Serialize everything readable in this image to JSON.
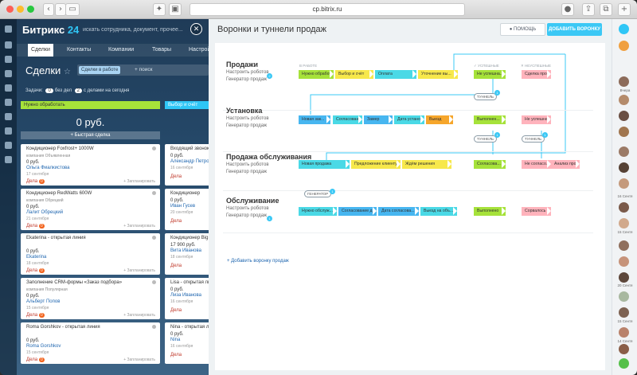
{
  "browser": {
    "url": "cp.bitrix.ru",
    "nav_back": "‹",
    "nav_forward": "›"
  },
  "app": {
    "logo_text": "Битрикс",
    "logo_num": "24",
    "search_placeholder": "искать сотрудника, документ, прочее...",
    "tabs": [
      "Сделки",
      "Контакты",
      "Компании",
      "Товары",
      "Настройки"
    ],
    "page_title": "Сделки",
    "filter_tag": "Сделки в работе",
    "filter_placeholder": "+ поиск",
    "tasks_label": "Задачи:",
    "tasks_count_1": "0",
    "tasks_text_1": "без дел",
    "tasks_count_2": "2",
    "tasks_text_2": "с делами на сегодня",
    "columns": [
      {
        "title": "Нужно обработать",
        "sum": "0 руб.",
        "quick_add": "+ Быстрая сделка"
      },
      {
        "title": "Выбор и счёт"
      }
    ],
    "cards_left": [
      {
        "title": "Кондиционер Foxfrost+ 1000W",
        "sub": "компания Объявленная",
        "price": "0 руб.",
        "name": "Ольга Фиалкистова",
        "date": "17 сентября",
        "act": "Дела",
        "act_n": "0",
        "plan": "+ Запланировать"
      },
      {
        "title": "Кондиционер RedWatts 600W",
        "sub": "компания Обрецкий",
        "price": "0 руб.",
        "name": "Лалит Обрецкий",
        "date": "21 сентября",
        "act": "Дела",
        "act_n": "0",
        "plan": "+ Запланировать"
      },
      {
        "title": "Ekaterina - открытая линия",
        "sub": "",
        "price": "0 руб.",
        "name": "Ekaterina",
        "date": "18 сентября",
        "act": "Дела",
        "act_n": "0",
        "plan": "+ Запланировать"
      },
      {
        "title": "Заполнение CRM-формы «Заказ подбора»",
        "sub": "компания Популярная",
        "price": "0 руб.",
        "name": "Альберт Попов",
        "date": "15 сентября",
        "act": "Дела",
        "act_n": "0",
        "plan": "+ Запланировать"
      },
      {
        "title": "Roma Gorshkov - открытая линия",
        "sub": "",
        "price": "0 руб.",
        "name": "Roma Gorshkov",
        "date": "15 сентября",
        "act": "Дела",
        "act_n": "0",
        "plan": "+ Запланировать"
      }
    ],
    "cards_right": [
      {
        "title": "Входящий звонок",
        "price": "0 руб.",
        "name": "Александр Петров",
        "date": "16 сентября",
        "act": "Дела"
      },
      {
        "title": "Кондиционер",
        "price": "0 руб.",
        "name": "Иван Гусев",
        "date": "20 сентября",
        "act": "Дела"
      },
      {
        "title": "Кондиционер Big",
        "price": "17 900 руб.",
        "name": "Вита Иванова",
        "date": "18 сентября",
        "act": "Дела"
      },
      {
        "title": "Lisa - открытая линия",
        "price": "0 руб.",
        "name": "Лиза Иванова",
        "date": "16 сентября",
        "act": "Дела"
      },
      {
        "title": "Nina - открытая линия",
        "price": "0 руб.",
        "name": "Nina",
        "date": "16 сентября",
        "act": "Дела"
      }
    ]
  },
  "slider": {
    "title": "Воронки и туннели продаж",
    "help_label": "ПОМОЩЬ",
    "add_label": "ДОБАВИТЬ ВОРОНКУ",
    "close": "✕",
    "col_headers": [
      "В РАБОТЕ",
      "✓ УСПЕШНЫЕ",
      "✕ НЕУСПЕШНЫЕ"
    ],
    "robots_label": "Настроить роботов",
    "generator_label": "Генератор продаж",
    "tunnel_label": "ТУННЕЛЬ",
    "generator_tag": "ГЕНЕРАТОР",
    "add_funnel": "+ Добавить воронку продаж",
    "funnels": [
      {
        "name": "Продажи",
        "stages": [
          "Нужно обработ...",
          "Выбор и счёт",
          "Оплата",
          "Уточнение вы..."
        ],
        "success": "Не успешна...",
        "fail": "Сделка про..."
      },
      {
        "name": "Установка",
        "stages": [
          "Новая зак...",
          "Согласован...",
          "Замер",
          "Дата устано...",
          "Выезд"
        ],
        "success": "Выполнен...",
        "fail": "Не успешна..."
      },
      {
        "name": "Продажа обслуживания",
        "stages": [
          "Новая продажа",
          "Предложение клиенту",
          "Ждём решения"
        ],
        "success": "Согласова...",
        "fail": "Не согласо...",
        "fail2": "Анализ про..."
      },
      {
        "name": "Обслуживание",
        "stages": [
          "Нужно обслуж...",
          "Согласование д...",
          "Дата согласова...",
          "Выезд на объ..."
        ],
        "success": "Выполнено",
        "fail": "Сорвалось"
      }
    ],
    "badges": [
      "1",
      "1",
      "1",
      "1",
      "2",
      "1"
    ]
  },
  "right_bar": {
    "labels": [
      "Вчера",
      "16 Сентя",
      "15 Сентя",
      "20 Сентя",
      "15 Сентя",
      "14 Сентя"
    ]
  },
  "colors": {
    "accent": "#3bc8f5",
    "stage_green": "#a6e23a",
    "stage_blue": "#47b6f0",
    "stage_yellow": "#f7e84b",
    "stage_cyan": "#4ad9e6",
    "stage_orange": "#f6a62b",
    "fail_pink": "#ffb3bc"
  }
}
